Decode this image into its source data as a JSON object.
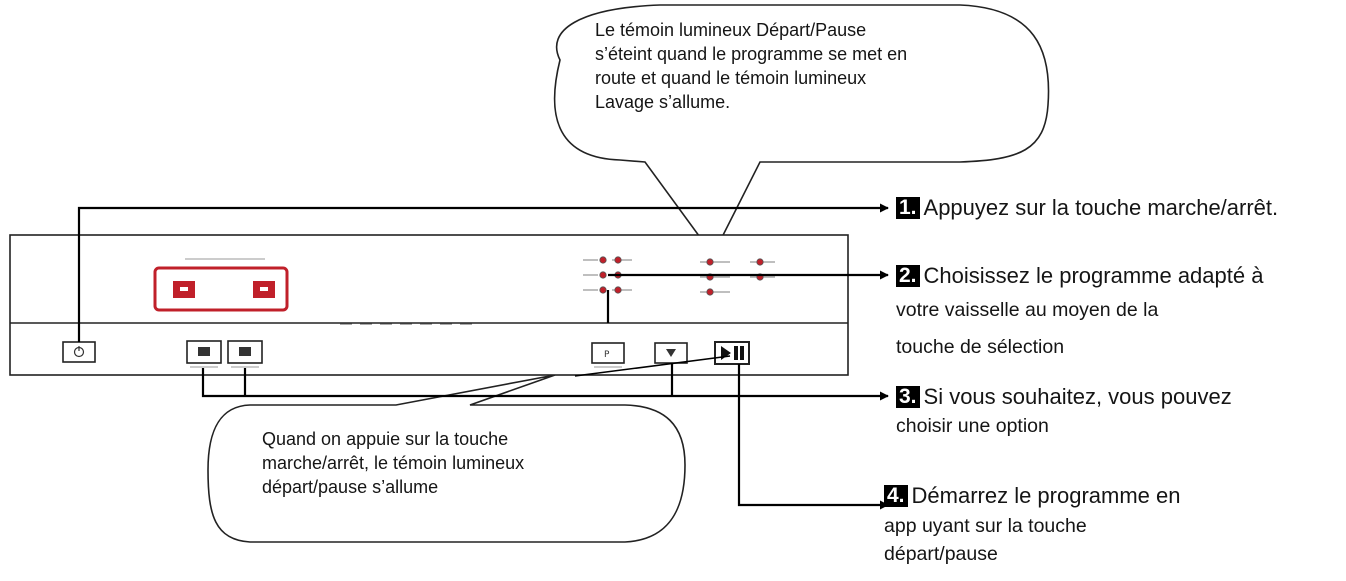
{
  "callouts": {
    "top": [
      "Le témoin lumineux Départ/Pause",
      "s’éteint quand le programme se met en",
      "route et quand le témoin lumineux",
      "Lavage s’allume."
    ],
    "bottom": [
      "Quand on appuie sur la touche",
      "marche/arrêt, le témoin lumineux",
      "départ/pause s’allume"
    ]
  },
  "steps": [
    {
      "num": "1.",
      "lines": [
        "Appuyez sur la touche marche/arrêt."
      ]
    },
    {
      "num": "2.",
      "lines": [
        "Choisissez le programme adapté à",
        "votre vaisselle au moyen de la",
        "touche de sélection"
      ]
    },
    {
      "num": "3.",
      "lines": [
        "Si vous souhaitez, vous pouvez",
        "choisir une option"
      ]
    },
    {
      "num": "4.",
      "lines": [
        "Démarrez  le programme en",
        "app uyant sur la touche",
        "départ/pause"
      ]
    }
  ],
  "panel": {
    "program_key": "P"
  },
  "colors": {
    "accent": "#c0202a",
    "line": "#000000"
  },
  "icons": [
    "power-icon",
    "program-icon",
    "option-icon",
    "start-pause-icon"
  ]
}
